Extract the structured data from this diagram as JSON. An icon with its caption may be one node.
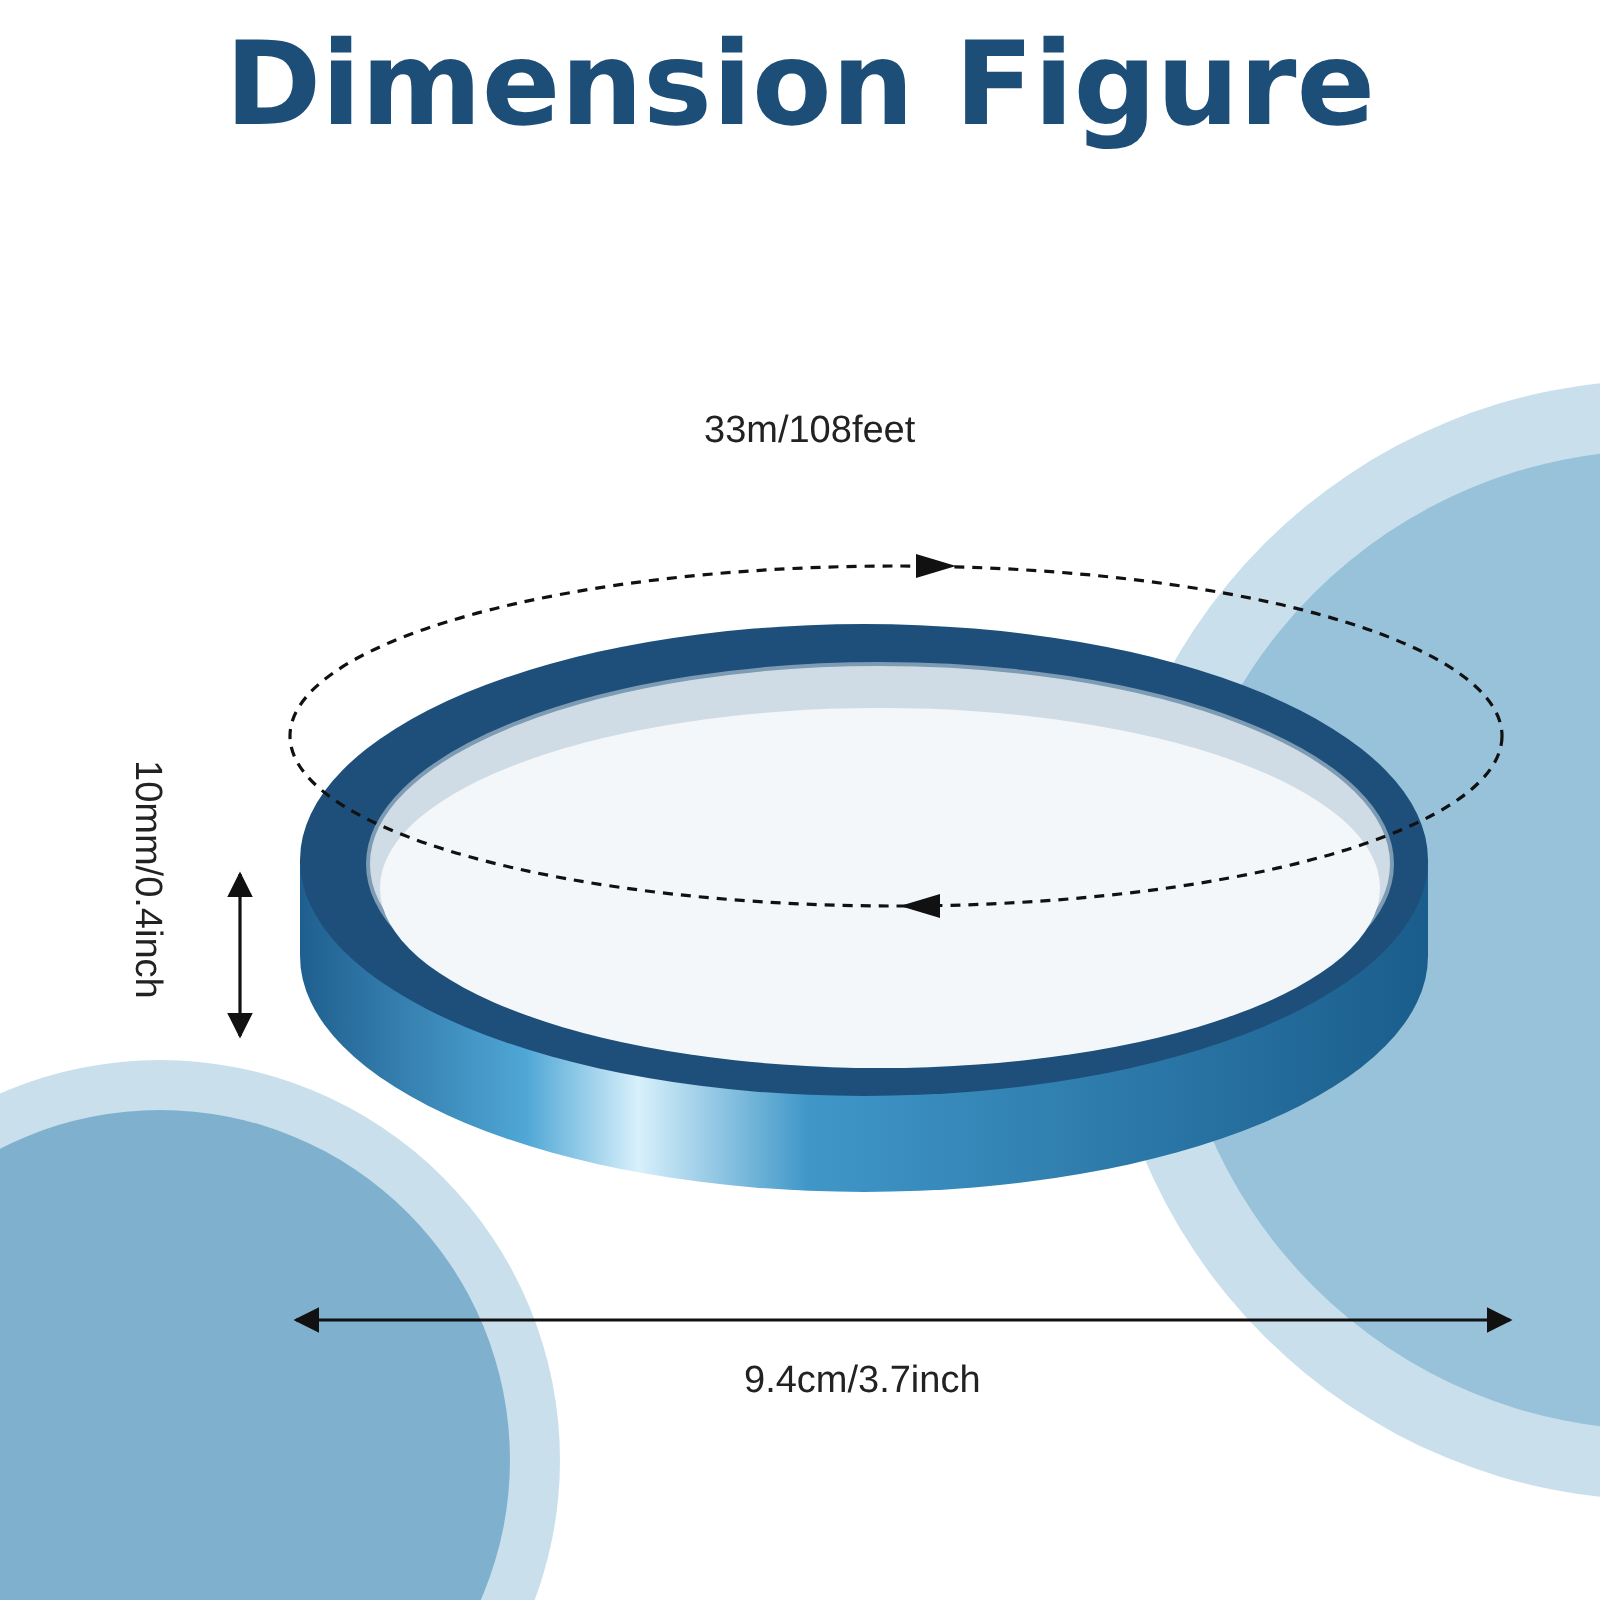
{
  "diagram": {
    "title": "Dimension Figure",
    "labels": [
      "33m/108feet",
      "10mm/0.4inch",
      "9.4cm/3.7inch"
    ]
  }
}
